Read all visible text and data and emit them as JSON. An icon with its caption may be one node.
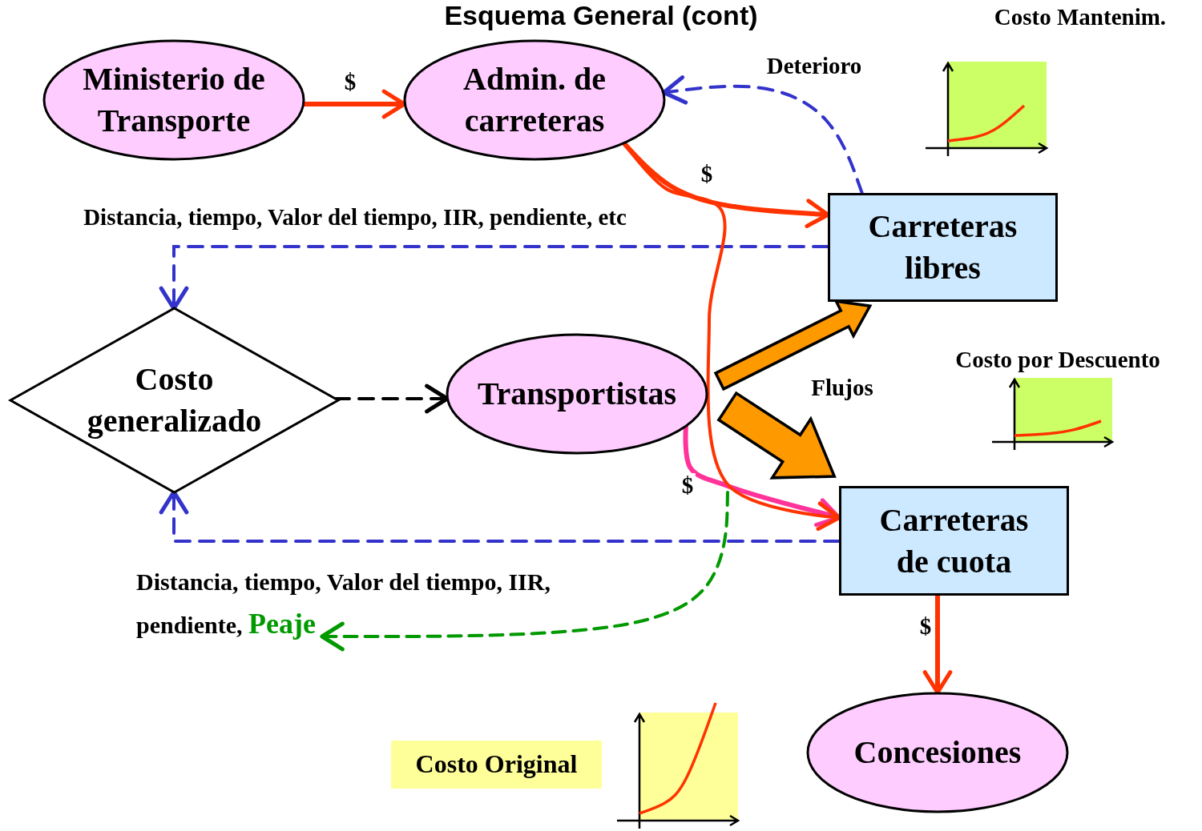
{
  "diagram": {
    "title": "Esquema General (cont)",
    "nodes": [
      {
        "text": [
          "Ministerio de Transporte"
        ]
      },
      {
        "text": [
          "Admin. de carreteras"
        ]
      },
      {
        "text": [
          "Carreteras libres"
        ]
      },
      {
        "text": [
          "Costo generalizado"
        ]
      },
      {
        "text": [
          "Transportistas"
        ]
      },
      {
        "text": [
          "Carreteras de cuota"
        ]
      },
      {
        "text": [
          "Concesiones"
        ]
      },
      {
        "text": [
          "Costo Original"
        ]
      },
      {
        "text": [
          "Distancia, tiempo, Valor del tiempo, IIR, pendiente,",
          "Peaje"
        ]
      }
    ],
    "edges": [
      {
        "from": 0,
        "to": 1,
        "arrow": "to",
        "label": "$"
      },
      {
        "from": 1,
        "to": 2,
        "arrow": "to",
        "label": "$"
      },
      {
        "from": 2,
        "to": 1,
        "arrow": "to",
        "label": "Deterioro",
        "style": "dashed",
        "color": "#3333cc"
      },
      {
        "from": 2,
        "to": 3,
        "arrow": "to",
        "label": "Distancia, tiempo, Valor del tiempo, IIR, pendiente, etc",
        "style": "dashed",
        "color": "#3333cc"
      },
      {
        "from": 3,
        "to": 4,
        "arrow": "to",
        "style": "dashed",
        "color": "#000000"
      },
      {
        "from": 5,
        "to": 3,
        "arrow": "to",
        "style": "dashed",
        "color": "#3333cc"
      },
      {
        "from": 1,
        "to": 5,
        "arrow": "to"
      },
      {
        "from": 4,
        "to": 5,
        "arrow": "to",
        "label": "$",
        "color": "#ff3399"
      },
      {
        "from": null,
        "to": 8,
        "arrow": "to",
        "style": "dashed",
        "color": "#009900"
      },
      {
        "from": 4,
        "to": 2,
        "arrow": "to",
        "style": "thick",
        "color": "#ff9900"
      },
      {
        "from": 4,
        "to": 5,
        "arrow": "to",
        "style": "thick",
        "color": "#ff9900"
      },
      {
        "from": 5,
        "to": 6,
        "arrow": "to",
        "label": "$"
      }
    ],
    "labels": [
      "Costo Mantenim.",
      "Flujos",
      "Costo por Descuento"
    ]
  }
}
